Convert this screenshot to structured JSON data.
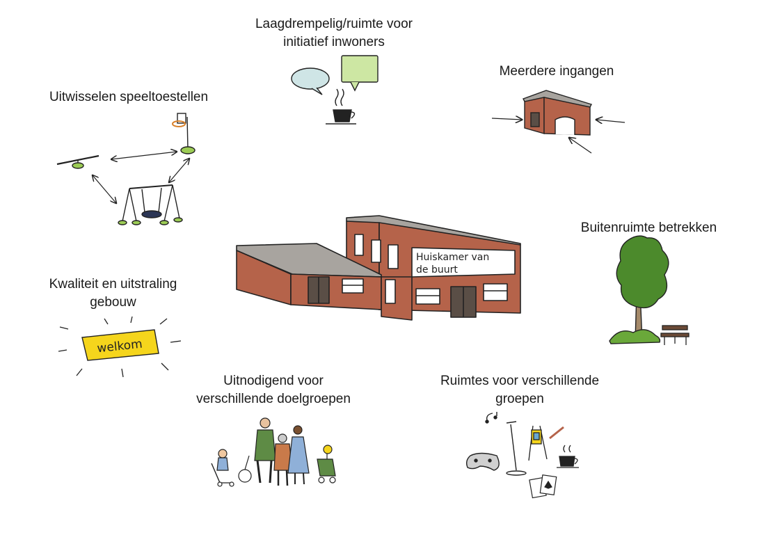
{
  "center": {
    "sign_line1": "Huiskamer van",
    "sign_line2": "de buurt"
  },
  "features": {
    "entry_threshold": {
      "line1": "Laagdrempelig/ruimte voor",
      "line2": "initiatief inwoners"
    },
    "entrances": {
      "line1": "Meerdere ingangen"
    },
    "play_equipment": {
      "line1": "Uitwisselen speeltoestellen"
    },
    "outdoor": {
      "line1": "Buitenruimte betrekken"
    },
    "quality": {
      "line1": "Kwaliteit en uitstraling",
      "line2": "gebouw",
      "sign_text": "welkom"
    },
    "target_groups": {
      "line1": "Uitnodigend voor",
      "line2": "verschillende doelgroepen"
    },
    "group_rooms": {
      "line1": "Ruimtes voor verschillende",
      "line2": "groepen"
    }
  },
  "colors": {
    "brick": "#b5634a",
    "roof": "#a8a49f",
    "green": "#9ccc55",
    "yellow": "#f5d51c",
    "bubble_blue": "#cfe5e6",
    "bubble_green": "#cde7a3",
    "tree": "#4c8a2c",
    "coat_green": "#5e8b45",
    "coat_orange": "#c97a4a",
    "coat_blue": "#8fb0d8"
  }
}
